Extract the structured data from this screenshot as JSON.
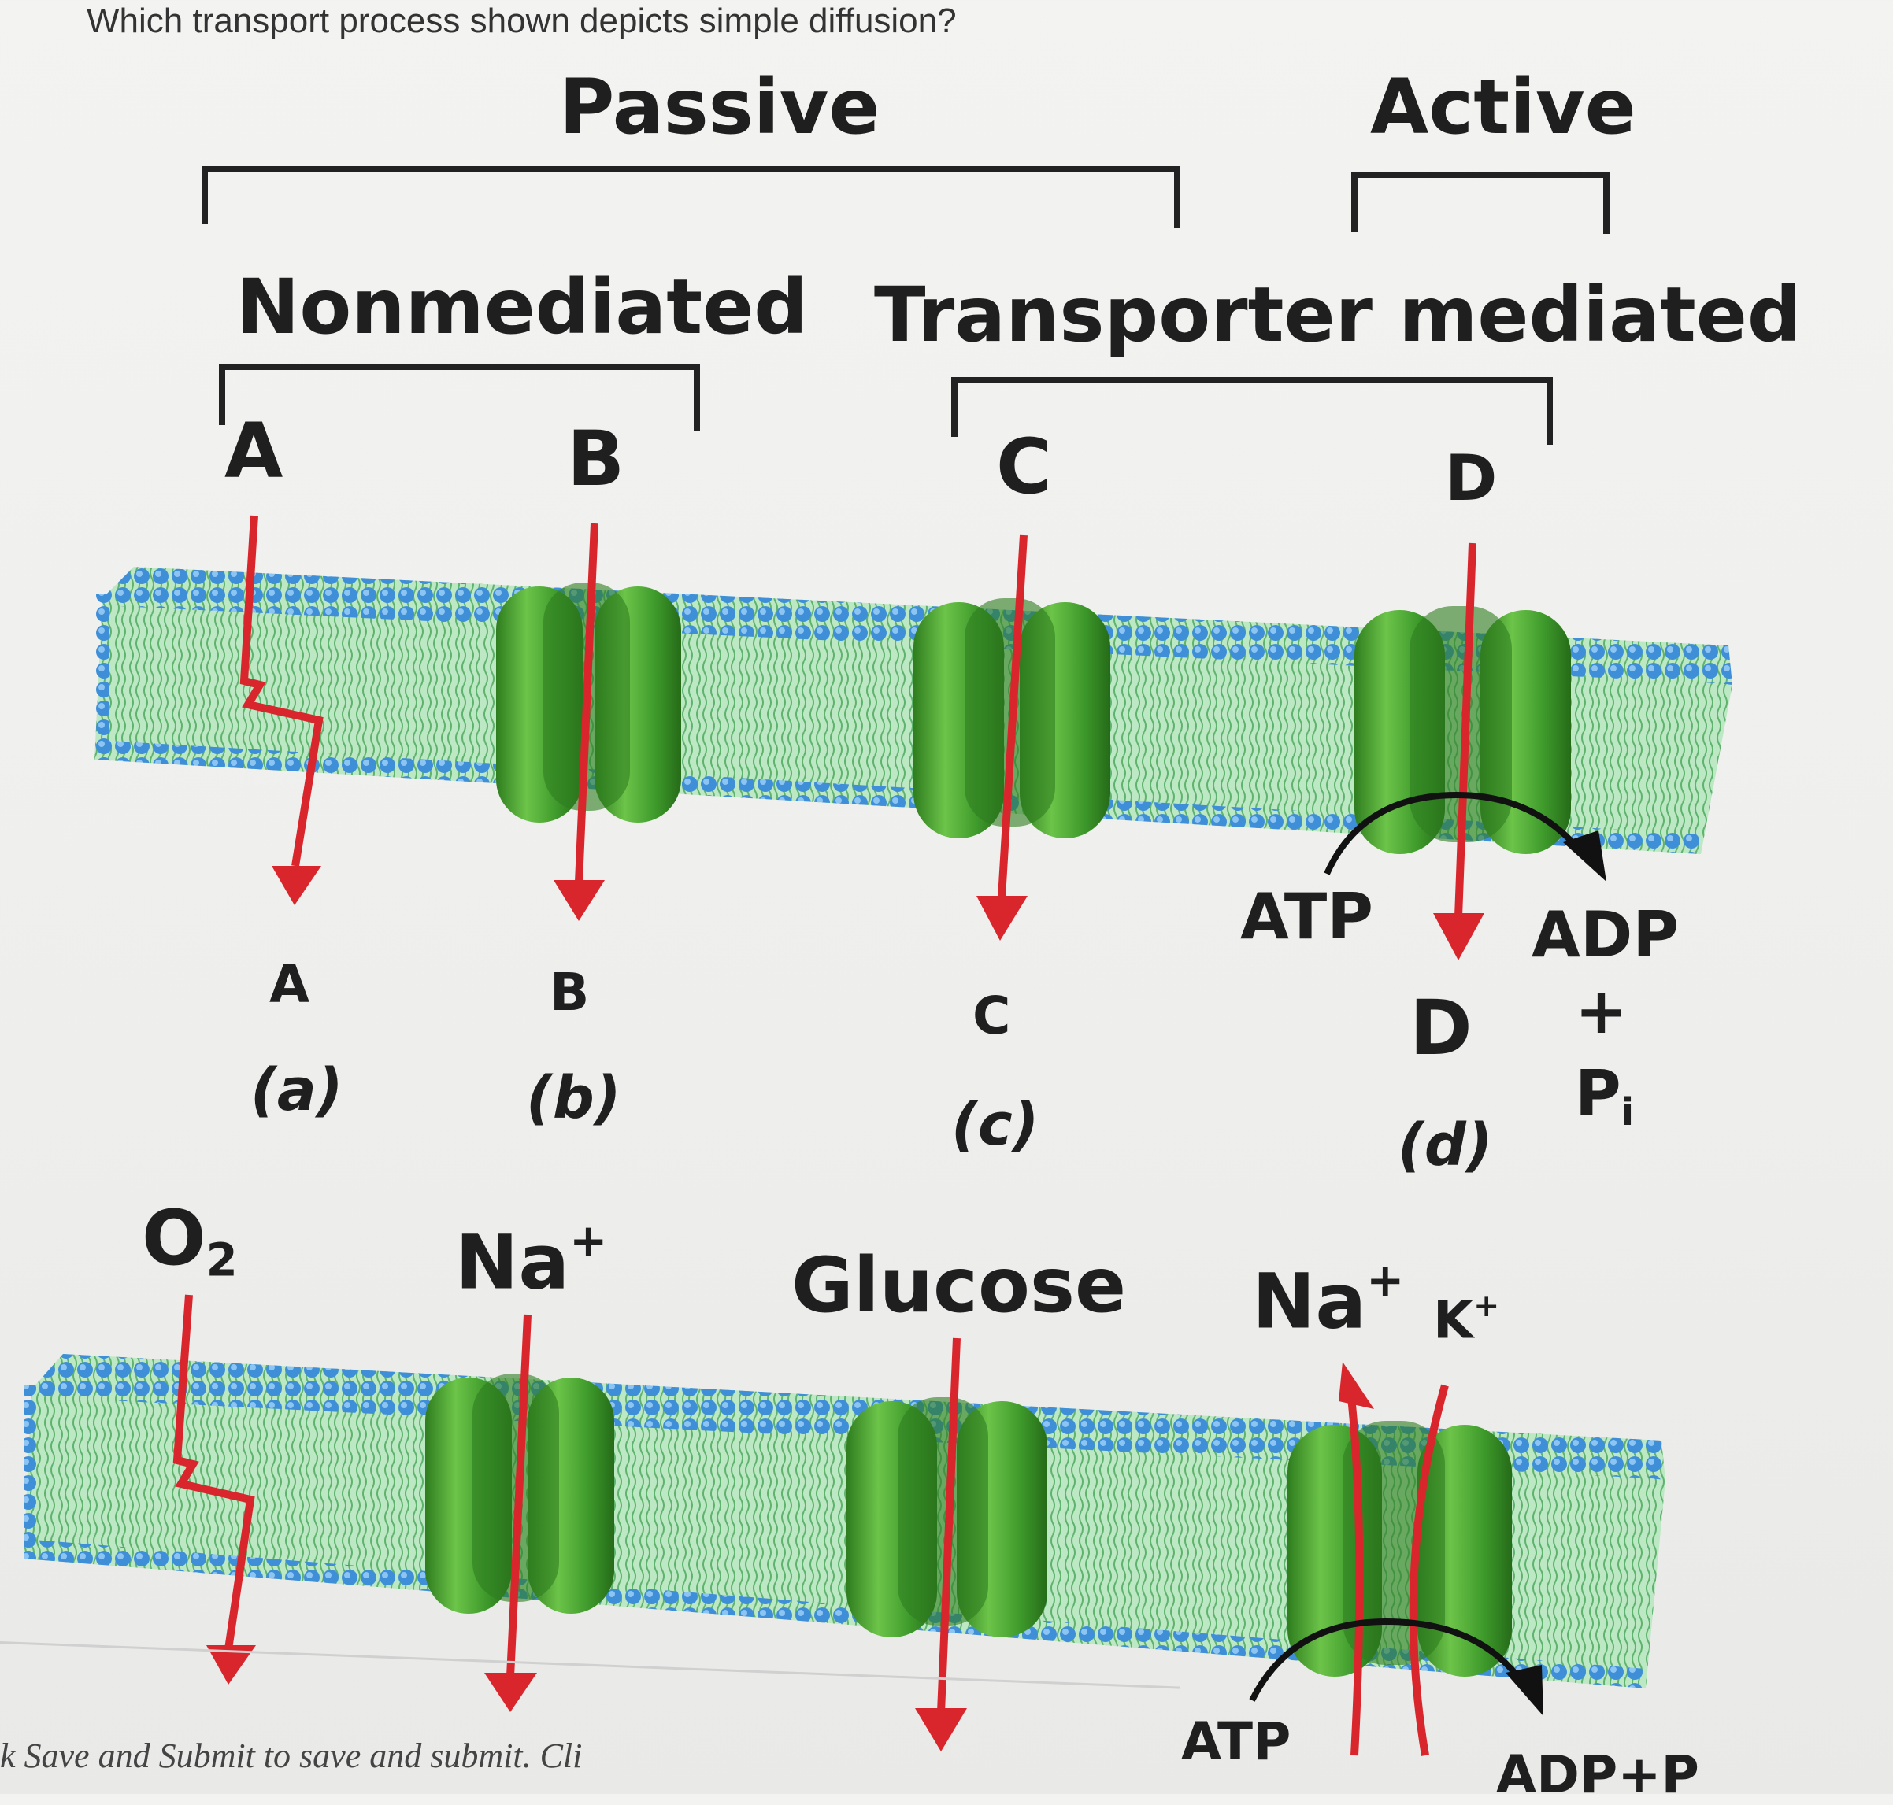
{
  "question": "Which transport process shown depicts simple diffusion?",
  "categories": {
    "passive": "Passive",
    "active": "Active",
    "nonmediated": "Nonmediated",
    "transporter_mediated": "Transporter mediated"
  },
  "top_row": {
    "above": [
      "A",
      "B",
      "C",
      "D"
    ],
    "below": [
      "A",
      "B",
      "C",
      "D"
    ],
    "captions": [
      "(a)",
      "(b)",
      "(c)",
      "(d)"
    ],
    "atp": "ATP",
    "adp": "ADP",
    "plus": "+",
    "pi_base": "P",
    "pi_sub": "i"
  },
  "bottom_row": {
    "o2_base": "O",
    "o2_sub": "2",
    "na_base": "Na",
    "na_sup": "+",
    "glucose": "Glucose",
    "na2_base": "Na",
    "na2_sup": "+",
    "k_base": "K",
    "k_sup": "+",
    "atp_partial": "ATP",
    "adp_partial": "ADP+P"
  },
  "footer": "k Save and Submit to save and submit. Cli",
  "colors": {
    "arrow": "#d8262c",
    "protein": "#3f9a2a",
    "lipid_head": "#3f8fd8",
    "lipid_tail": "#a8dcb0"
  }
}
